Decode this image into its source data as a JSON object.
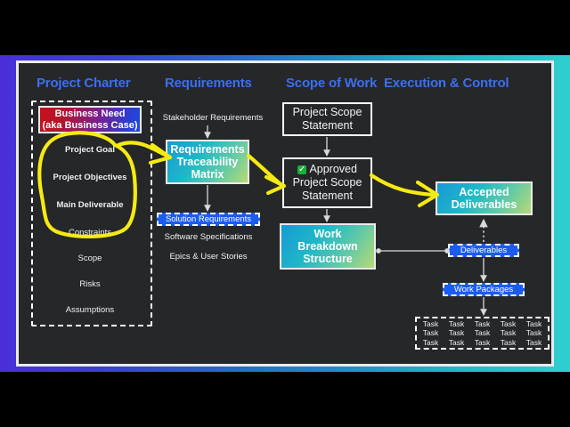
{
  "frame": {
    "gradient_from": "#4a2fd8",
    "gradient_to": "#2fcfd0",
    "canvas_bg": "#262729"
  },
  "accent": {
    "header_blue": "#3b6ff0",
    "chip_blue": "#1b5cf0",
    "highlight_yellow": "#f5ea12",
    "check_green": "#19b03a"
  },
  "columns": [
    {
      "id": "charter",
      "label": "Project Charter"
    },
    {
      "id": "requirements",
      "label": "Requirements"
    },
    {
      "id": "scope",
      "label": "Scope of Work"
    },
    {
      "id": "execution",
      "label": "Execution & Control"
    }
  ],
  "charter": {
    "business_need": {
      "line1": "Business Need",
      "line2": "(aka Business Case)"
    },
    "items": [
      {
        "label": "Project Goal",
        "highlighted": true
      },
      {
        "label": "Project Objectives",
        "highlighted": true
      },
      {
        "label": "Main Deliverable",
        "highlighted": true
      },
      {
        "label": "Constraints",
        "highlighted": false
      },
      {
        "label": "Scope",
        "highlighted": false
      },
      {
        "label": "Risks",
        "highlighted": false
      },
      {
        "label": "Assumptions",
        "highlighted": false
      }
    ]
  },
  "requirements": {
    "stakeholder_requirements": "Stakeholder Requirements",
    "rtm": {
      "line1": "Requirements",
      "line2": "Traceability",
      "line3": "Matrix"
    },
    "solution_requirements": "Solution Requirements",
    "sub_items": [
      "Software Specifications",
      "Epics & User Stories"
    ]
  },
  "scope": {
    "scope_statement": {
      "line1": "Project Scope",
      "line2": "Statement"
    },
    "approved_scope_statement": {
      "check": "✓",
      "line1": "Approved",
      "line2": "Project Scope",
      "line3": "Statement"
    },
    "wbs": {
      "line1": "Work",
      "line2": "Breakdown",
      "line3": "Structure"
    }
  },
  "execution": {
    "accepted_deliverables": {
      "line1": "Accepted",
      "line2": "Deliverables"
    },
    "deliverables": "Deliverables",
    "work_packages": "Work Packages",
    "task_label": "Task",
    "task_rows": 3,
    "task_cols": 5
  }
}
